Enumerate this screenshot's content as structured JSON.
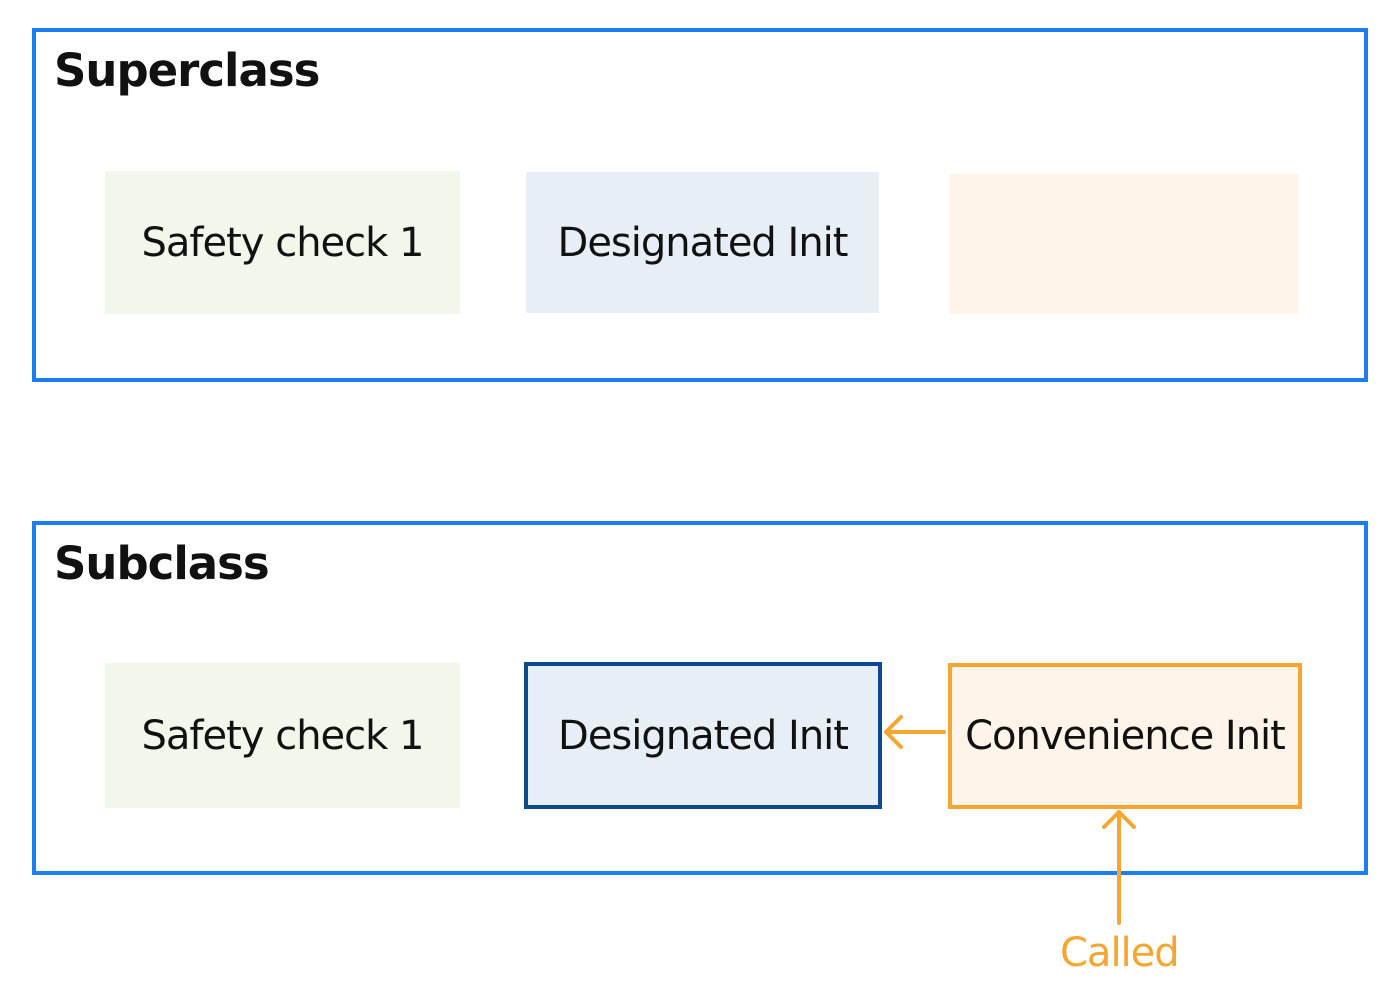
{
  "superclass": {
    "title": "Superclass",
    "safety_check": "Safety check 1",
    "designated_init": "Designated Init"
  },
  "subclass": {
    "title": "Subclass",
    "safety_check": "Safety check 1",
    "designated_init": "Designated Init",
    "convenience_init": "Convenience Init"
  },
  "called_label": "Called",
  "colors": {
    "panel_border": "#1a7df1",
    "green_fill": "#f2f7eb",
    "blue_fill": "#e7eef6",
    "orange_fill": "#fef4e9",
    "designated_border": "#0b4a8c",
    "convenience_accent": "#f5a531"
  }
}
